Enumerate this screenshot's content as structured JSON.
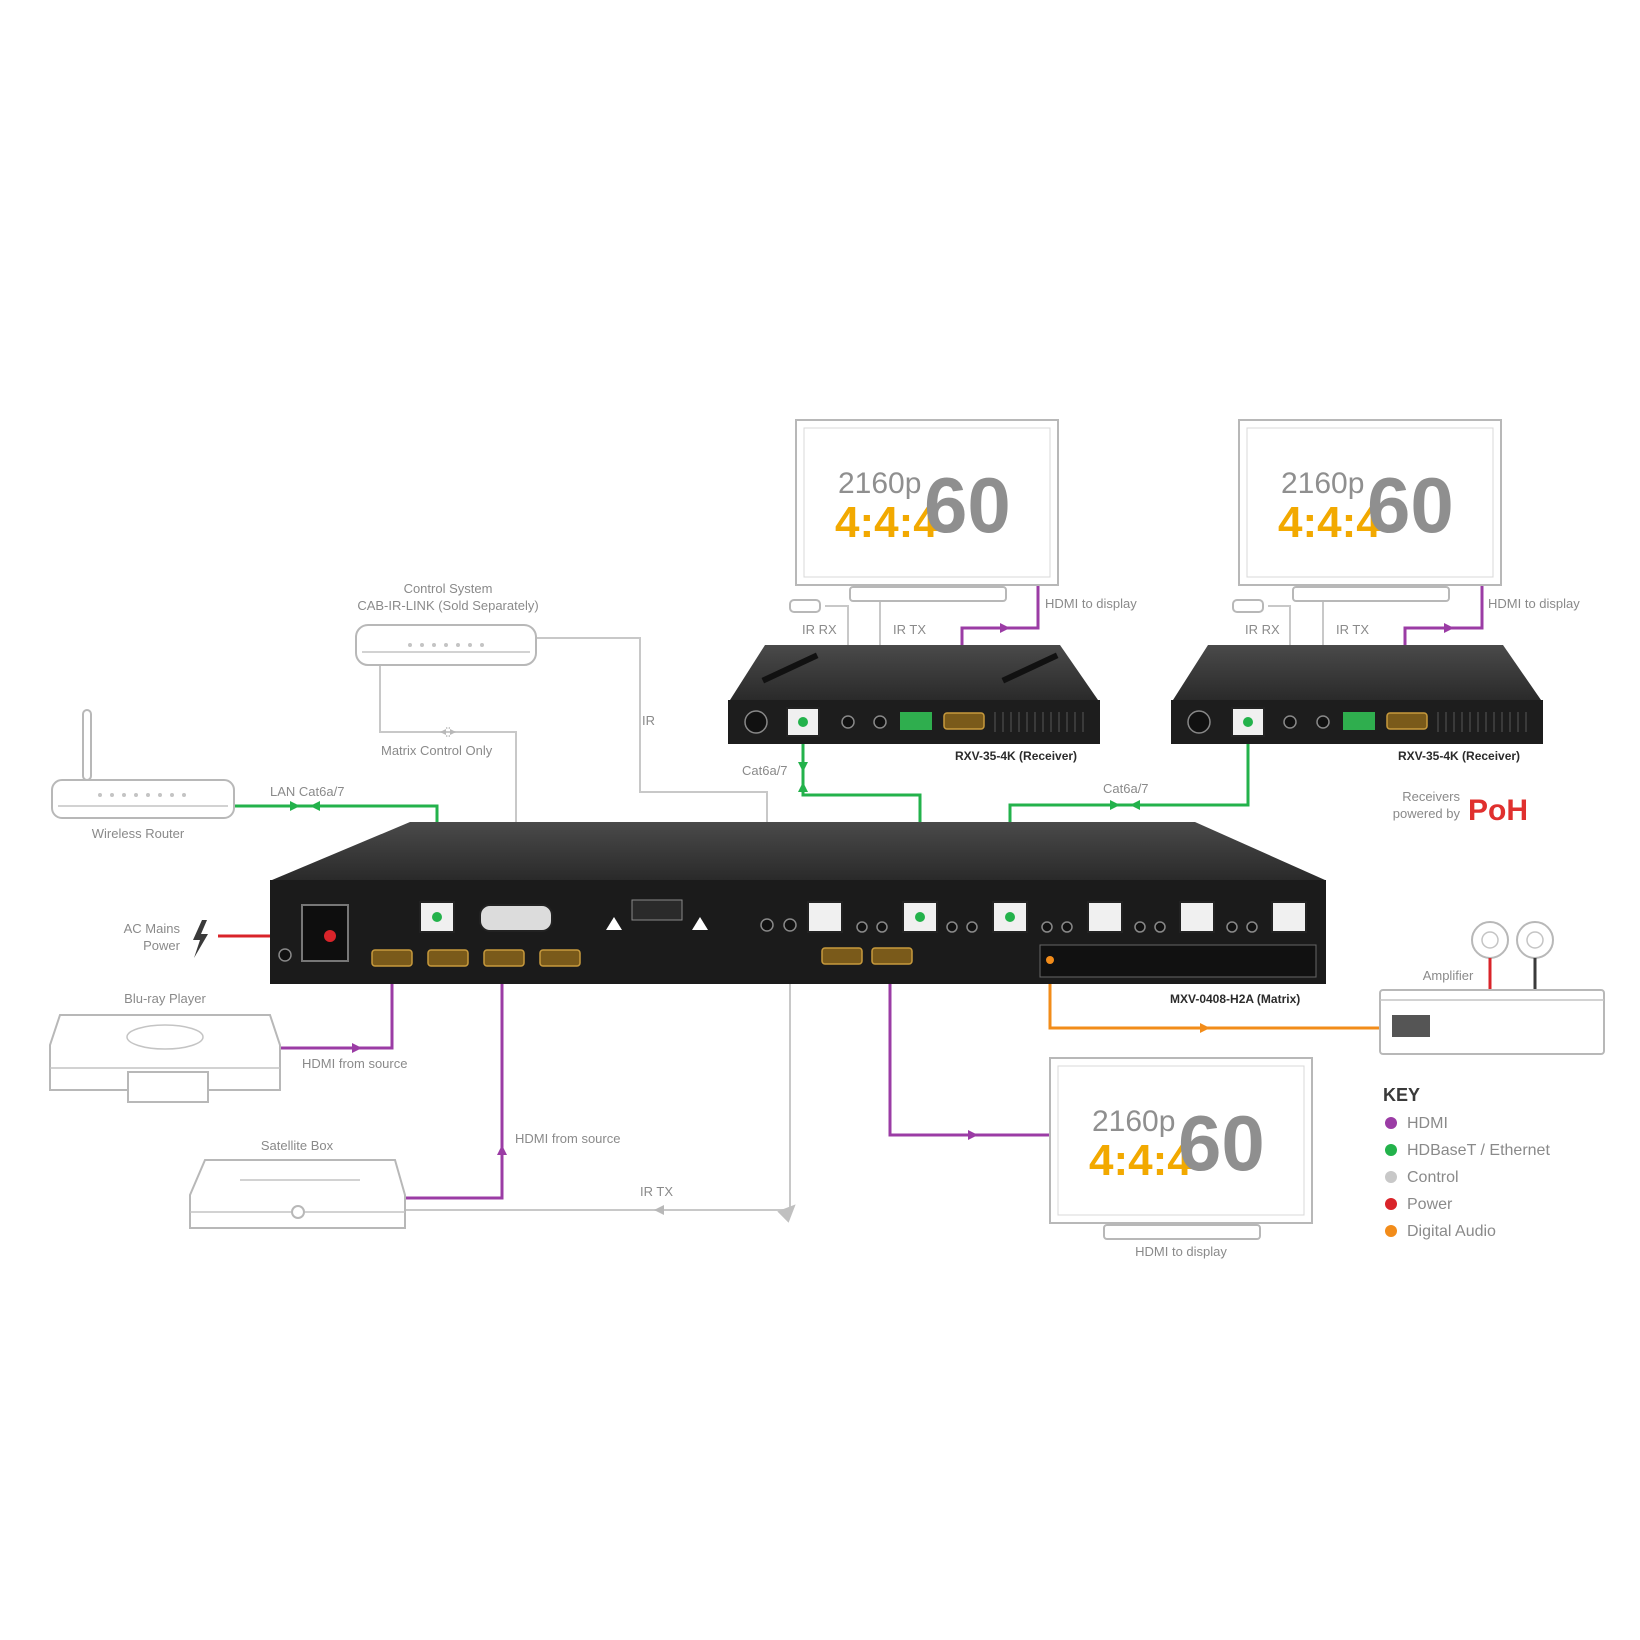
{
  "display_top_left": {
    "res": "2160p",
    "ratio": "4:4:4",
    "fps": "60"
  },
  "display_top_right": {
    "res": "2160p",
    "ratio": "4:4:4",
    "fps": "60"
  },
  "display_bottom": {
    "res": "2160p",
    "ratio": "4:4:4",
    "fps": "60",
    "caption": "HDMI to display"
  },
  "receiver_left": {
    "name": "RXV-35-4K (Receiver)",
    "ir_rx": "IR RX",
    "ir_tx": "IR TX",
    "hdmi_label": "HDMI to display",
    "cable_label": "Cat6a/7"
  },
  "receiver_right": {
    "name": "RXV-35-4K (Receiver)",
    "ir_rx": "IR RX",
    "ir_tx": "IR TX",
    "hdmi_label": "HDMI to display",
    "cable_label": "Cat6a/7"
  },
  "control_system": {
    "title": "Control System",
    "subtitle": "CAB-IR-LINK (Sold Separately)",
    "matrix_only": "Matrix Control Only",
    "ir_label": "IR"
  },
  "router": {
    "name": "Wireless Router",
    "lan_label": "LAN Cat6a/7"
  },
  "power": {
    "line1": "AC Mains",
    "line2": "Power"
  },
  "bluray": {
    "name": "Blu-ray Player",
    "hdmi_label": "HDMI from source"
  },
  "satellite": {
    "name": "Satellite Box",
    "hdmi_label": "HDMI from source",
    "ir_label": "IR TX"
  },
  "matrix": {
    "name": "MXV-0408-H2A (Matrix)"
  },
  "amplifier": {
    "name": "Amplifier"
  },
  "poh": {
    "line1": "Receivers",
    "line2": "powered by",
    "logo": "PoH"
  },
  "key": {
    "title": "KEY",
    "items": [
      {
        "label": "HDMI",
        "color": "#9b3ca5"
      },
      {
        "label": "HDBaseT / Ethernet",
        "color": "#23b24b"
      },
      {
        "label": "Control",
        "color": "#c8c8c8"
      },
      {
        "label": "Power",
        "color": "#d9242a"
      },
      {
        "label": "Digital Audio",
        "color": "#f28c1a"
      }
    ]
  },
  "colors": {
    "hdmi": "#9b3ca5",
    "hdbaset": "#23b24b",
    "control": "#c8c8c8",
    "power": "#d9242a",
    "audio": "#f28c1a",
    "res_accent": "#f2a900"
  }
}
